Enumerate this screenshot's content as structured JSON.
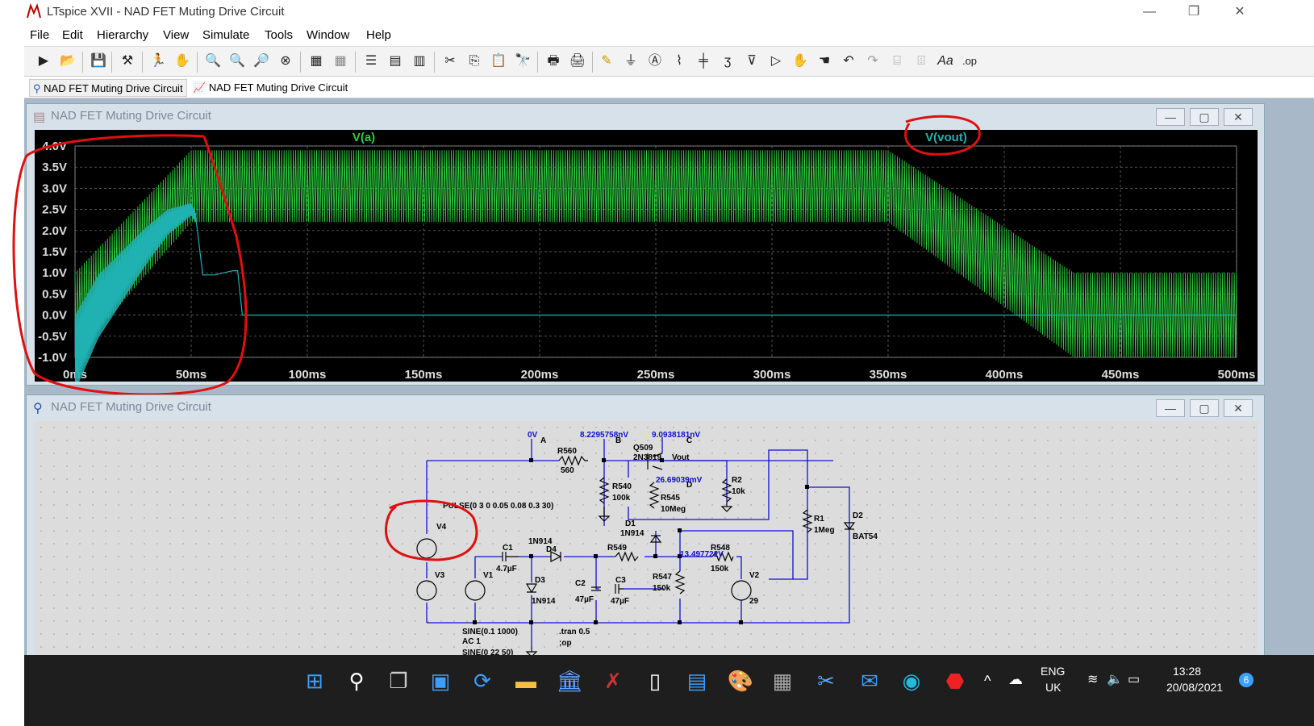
{
  "app": {
    "title": "LTspice XVII - NAD FET Muting Drive Circuit"
  },
  "menu": [
    "File",
    "Edit",
    "Hierarchy",
    "View",
    "Simulate",
    "Tools",
    "Window",
    "Help"
  ],
  "tabs": [
    {
      "label": "NAD FET Muting Drive Circuit",
      "icon": "schematic-icon"
    },
    {
      "label": "NAD FET Muting Drive Circuit",
      "icon": "waveform-icon"
    }
  ],
  "plot_window": {
    "title": "NAD FET Muting Drive Circuit",
    "traces": [
      {
        "name": "V(a)",
        "color": "#2ecc40"
      },
      {
        "name": "V(vout)",
        "color": "#20b2b2"
      }
    ]
  },
  "schematic_window": {
    "title": "NAD FET Muting Drive Circuit",
    "labels": {
      "node_a_voltage": "0V",
      "node_a": "A",
      "node_b_voltage": "8.2295758nV",
      "node_b": "B",
      "node_c_voltage": "9.0938181nV",
      "node_c": "C",
      "r560": "R560",
      "r560_val": "560",
      "q509": "Q509",
      "q509_model": "2N3819",
      "vout": "Vout",
      "node_d_voltage": "26.69039mV",
      "node_d": "D",
      "r540": "R540",
      "r540_val": "100k",
      "r545": "R545",
      "r545_val": "10Meg",
      "r2": "R2",
      "r2_val": "10k",
      "r1": "R1",
      "r1_val": "1Meg",
      "d2": "D2",
      "d2_model": "BAT54",
      "v4_pulse": "PULSE(0 3 0 0.05 0.08 0.3 30)",
      "v4": "V4",
      "d1": "D1",
      "d1_model": "1N914",
      "d4_model": "1N914",
      "d4": "D4",
      "c1": "C1",
      "c1_val": "4.7µF",
      "r549": "R549",
      "node_e_voltage": "13.497722V",
      "r548": "R548",
      "r548_val": "150k",
      "v3": "V3",
      "v1": "V1",
      "d3": "D3",
      "d3_model": "1N914",
      "c2": "C2",
      "c2_val": "47µF",
      "c3": "C3",
      "c3_val": "47µF",
      "r547": "R547",
      "r547_val": "150k",
      "v2": "V2",
      "v2_val": "29",
      "sine1": "SINE(0.1 1000)",
      "ac1": "AC 1",
      "sine2": "SINE(0 22 50)",
      "tran": ".tran 0.5",
      "op": ";op"
    }
  },
  "taskbar": {
    "lang_top": "ENG",
    "lang_bottom": "UK",
    "time": "13:28",
    "date": "20/08/2021",
    "notifications": "6"
  },
  "chart_data": {
    "type": "line",
    "title": "",
    "xlabel": "",
    "ylabel": "",
    "x_ticks": [
      "0ms",
      "50ms",
      "100ms",
      "150ms",
      "200ms",
      "250ms",
      "300ms",
      "350ms",
      "400ms",
      "450ms",
      "500ms"
    ],
    "y_ticks": [
      "4.0V",
      "3.5V",
      "3.0V",
      "2.5V",
      "2.0V",
      "1.5V",
      "1.0V",
      "0.5V",
      "0.0V",
      "-0.5V",
      "-1.0V"
    ],
    "xlim": [
      0,
      500
    ],
    "ylim": [
      -1.0,
      4.0
    ],
    "grid": true,
    "series": [
      {
        "name": "V(a)",
        "envelope_upper": [
          [
            0,
            1.0
          ],
          [
            50,
            3.9
          ],
          [
            350,
            3.9
          ],
          [
            430,
            1.0
          ],
          [
            500,
            1.0
          ]
        ],
        "envelope_lower": [
          [
            0,
            -1.0
          ],
          [
            50,
            2.2
          ],
          [
            350,
            2.2
          ],
          [
            430,
            -1.0
          ],
          [
            500,
            -1.0
          ]
        ]
      },
      {
        "name": "V(vout)",
        "points": [
          [
            0,
            -0.9
          ],
          [
            10,
            0.2
          ],
          [
            20,
            0.9
          ],
          [
            30,
            1.6
          ],
          [
            40,
            2.2
          ],
          [
            50,
            2.5
          ],
          [
            52,
            2.3
          ],
          [
            55,
            0.95
          ],
          [
            60,
            0.95
          ],
          [
            68,
            1.05
          ],
          [
            70,
            1.05
          ],
          [
            72,
            0.0
          ],
          [
            500,
            0.0
          ]
        ]
      }
    ]
  }
}
